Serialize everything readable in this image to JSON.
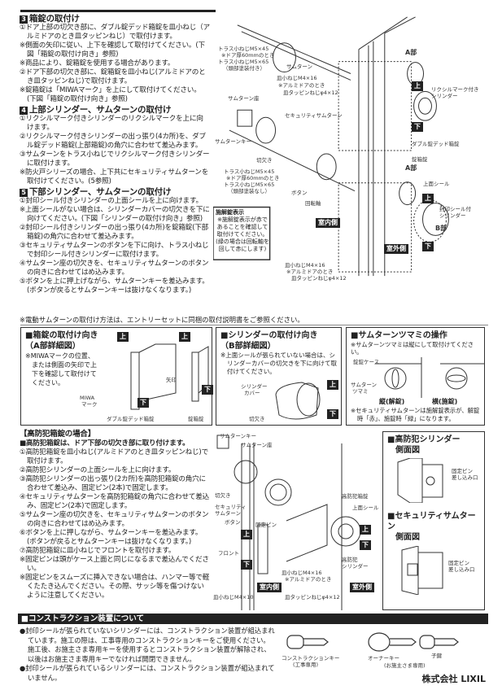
{
  "section3": {
    "num": "3",
    "title": "箱錠の取付け",
    "items": [
      "①ドア上部の切欠き部に、ダブル錠デッド箱錠を皿小ねじ（アルミドアのとき皿タッピンねじ）で取付けます。",
      "※側面の矢印に従い、上下を確認して取付けてください。(下図「箱錠の取付け向き」参照)",
      "※商品により、錠箱錠を使用する場合があります。",
      "②ドア下部の切欠き部に、錠箱錠を皿小ねじ(アルミドアのとき皿タッピンねじ)で取付けます。",
      "※錠箱錠は「MIWAマーク」を上にして取付けてください。(下図「箱錠の取付け向き」参照)"
    ]
  },
  "section4": {
    "num": "4",
    "title": "上部シリンダー、サムターンの取付け",
    "items": [
      "①リクシルマーク付きシリンダーのリクシルマークを上に向けます。",
      "②リクシルマーク付きシリンダーの出っ張り(4カ所)を、ダブル錠デッド箱錠(上部箱錠)の角穴に合わせて差込みます。",
      "③サムターンをトラス小ねじでリクシルマーク付きシリンダーに取付けます。",
      "※防火戸シリーズの場合、上下共にセキュリティサムターンを取付けてください。(5参照)"
    ]
  },
  "section5": {
    "num": "5",
    "title": "下部シリンダー、サムターンの取付け",
    "items": [
      "①封印シール付きシリンダーの上面シールを上に向けます。",
      "※上面シールがない場合は、シリンダーカバーの切欠きを下に向けてください。(下図「シリンダーの取付け向き」参照)",
      "②封印シール付きシリンダーの出っ張り(4カ所)を錠箱錠(下部箱錠)の角穴に合わせて差込みます。",
      "③セキュリティサムターンのボタンを下に向け、トラス小ねじで封印シール付きシリンダーに取付けます。",
      "④サムターン座の切欠きを、セキュリティサムターンのボタンの向きに合わせてはめ込みます。",
      "⑤ボタンを上に押上げながら、サムターンキーを差込みます。(ボタンが戻るとサムターンキーは抜けなくなります。)"
    ]
  },
  "footnote": "※電動サムターンの取付け方法は、エントリーセットに同梱の取付説明書をご参照ください。",
  "diagram_top": {
    "truss1": "トラス小ねじM5×45",
    "truss1b": "※ドア厚60mmのとき",
    "truss1c": "トラス小ねじM5×65",
    "truss1d": "（頭部塗装付き）",
    "thumbturn": "サムターン",
    "screw1": "皿小ねじM4×16",
    "screw1b": "※アルミドアのとき",
    "screw1c": "皿タッピンねじφ4×12",
    "seat": "サムターン座",
    "key": "サムターンキー",
    "security": "セキュリティサムターン",
    "notch": "切欠き",
    "truss2": "トラス小ねじM5×45",
    "truss2b": "※ドア厚60mmのとき",
    "truss2c": "トラス小ねじM5×65",
    "truss2d": "（頭部塗装なし）",
    "button": "ボタン",
    "shaft": "回転軸",
    "a1": "A部",
    "a2": "A部",
    "b": "B部",
    "lixil_cyl": "リクシルマーク付き",
    "lixil_cyl2": "シリンダー",
    "deadbolt": "ダブル錠デッド箱錠",
    "lockcase": "錠箱錠",
    "top_seal": "上面シール",
    "sealed": "封印シール付",
    "sealed2": "シリンダー",
    "up": "上",
    "down": "下",
    "up2": "上",
    "down2": "下",
    "inside": "室内側",
    "outside": "室外側",
    "screw2": "皿小ねじM4×16",
    "screw2b": "※アルミドアのとき",
    "screw2c": "皿タッピンねじφ4×12",
    "indicator_title": "施解錠表示",
    "indicator_lines": [
      "※施解錠表示が赤で",
      "あることを確認して",
      "取付けてください。",
      "(緑の場合は回転軸を",
      "回して赤にします)"
    ]
  },
  "box1": {
    "title": "■箱錠の取付け向き",
    "sub": "（A部詳細図）",
    "text": "※MIWAマークの位置、または側面の矢印で上下を確認して取付けてください。",
    "arrow": "矢印",
    "miwa": "MIWA",
    "mark": "マーク",
    "left": "ダブル錠デッド箱錠",
    "right": "錠箱錠",
    "up": "上",
    "down": "下"
  },
  "box2": {
    "title": "■シリンダーの取付け向き",
    "sub": "（B部詳細図）",
    "text": "※上面シールが張られていない場合は、シリンダーカバーの切欠きを下に向けて取付けてください。",
    "cover": "シリンダー",
    "cover2": "カバー",
    "notch": "切欠き",
    "up": "上",
    "down": "下"
  },
  "box3": {
    "title": "■サムターンツマミの操作",
    "text": "※サムターンツマミは縦にして取付けてください。",
    "case": "錠錠ケース",
    "knob": "サムターン",
    "knob2": "ツマミ",
    "vertical": "縦(解錠)",
    "horizontal": "横(施錠)",
    "note": "※セキュリティサムターンは施解錠表示が、解錠時「赤」、施錠時「緑」になります。"
  },
  "highsec": {
    "title": "【高防犯箱錠の場合】",
    "lead": "■高防犯箱錠は、ドア下部の切欠き部に取り付けます。",
    "items": [
      "①高防犯箱錠を皿小ねじ(アルミドアのとき皿タッピンねじ)で取付けます。",
      "②高防犯シリンダーの上面シールを上に向けます。",
      "③高防犯シリンダーの出っ張り(2カ所)を高防犯箱錠の角穴に合わせて差込み、固定ピン(2本)で固定します。",
      "④セキュリティサムターンを高防犯箱錠の角穴に合わせて差込み、固定ピン(2本)で固定します。",
      "⑤サムターン座の切欠きを、セキュリティサムターンのボタンの向きに合わせてはめ込みます。",
      "⑥ボタンを上に押しながら、サムターンキーを差込みます。(ボタンが戻るとサムターンキーは抜けなくなります。)",
      "⑦高防犯箱錠に皿小ねじでフロントを取付けます。",
      "※固定ピンは頭がケース上面と同じになるまで差込んでください。",
      "※固定ピンをスムーズに挿入できない場合は、ハンマー等で軽くたたき込んでください。その際、サッシ等を傷つけないように注意してください。"
    ]
  },
  "diagram_bottom": {
    "key": "サムターンキー",
    "seat": "サムターン座",
    "notch": "切欠き",
    "security": "セキュリティ",
    "security2": "サムターン",
    "button": "ボタン",
    "pin": "固定ピン",
    "case": "高防犯箱錠",
    "seal": "上面シール",
    "cyl": "高防犯",
    "cyl2": "シリンダー",
    "front": "フロント",
    "up": "上",
    "down": "下",
    "up2": "上",
    "down2": "下",
    "screw": "皿小ねじM4×10",
    "screw2": "皿小ねじM4×16",
    "screw2b": "※アルミドアのとき",
    "screw2c": "皿タッピンねじφ4×12",
    "inside": "室内側",
    "outside": "室外側"
  },
  "sidebox": {
    "t1": "■高防犯シリンダー",
    "s1": "側面図",
    "t2": "■セキュリティサムターン",
    "s2": "側面図",
    "pin": "固定ピン",
    "pin2": "差し込み口"
  },
  "construction": {
    "title": "■コンストラクション装置について",
    "bullets": [
      "●封印シールが張られていないシリンダーには、コンストラクション装置が組込まれています。施工の際は、工事専用のコンストラクションキーをご使用ください。施工後、お施主さま専用キーを使用するとコンストラクション装置が解除され、以後はお施主さま専用キーでなければ開閉できません。",
      "●封印シールが張られているシリンダーには、コンストラクション装置が組込まれていません。"
    ],
    "key1": "コンストラクションキー",
    "key1b": "(工事専用)",
    "key2": "オーナーキー",
    "key3": "子鍵",
    "key23b": "(お施主さま専用)"
  },
  "company": "株式会社 LIXIL"
}
